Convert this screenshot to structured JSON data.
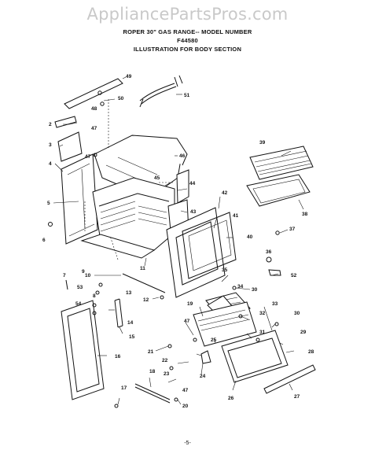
{
  "watermark": "AppliancePartsPros.com",
  "header": {
    "line1": "ROPER 30\" GAS RANGE-- MODEL NUMBER",
    "line2": "F44580",
    "line3": "ILLUSTRATION FOR BODY SECTION"
  },
  "page_number": "-5-",
  "callouts": [
    "2",
    "3",
    "4",
    "5",
    "6",
    "7",
    "8",
    "9",
    "10",
    "11",
    "12",
    "13",
    "14",
    "15",
    "16",
    "17",
    "18",
    "19",
    "20",
    "21",
    "22",
    "23",
    "24",
    "25",
    "26",
    "27",
    "28",
    "29",
    "30",
    "30",
    "31",
    "32",
    "33",
    "34",
    "35",
    "36",
    "37",
    "38",
    "39",
    "40",
    "41",
    "42",
    "43",
    "44",
    "45",
    "46",
    "47",
    "47",
    "47",
    "48",
    "49",
    "50",
    "51",
    "52",
    "53",
    "54"
  ]
}
